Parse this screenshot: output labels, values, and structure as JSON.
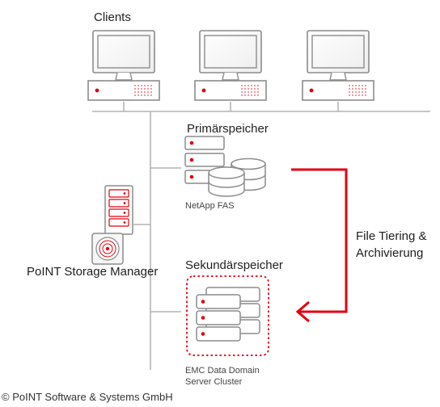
{
  "labels": {
    "clients": "Clients",
    "primary_storage": "Primärspeicher",
    "primary_system": "NetApp FAS",
    "secondary_storage": "Sekundärspeicher",
    "secondary_system_line1": "EMC Data Domain",
    "secondary_system_line2": "Server Cluster",
    "manager": "PoINT Storage Manager",
    "tiering_line1": "File Tiering &",
    "tiering_line2": "Archivierung",
    "copyright": "© PoINT Software & Systems GmbH"
  },
  "colors": {
    "accent_red": "#e3000f",
    "line_gray": "#b4b4b4",
    "device_gray": "#8c8c8c"
  },
  "icons": {
    "clients": "desktop-computer-icon",
    "primary": "server-with-disks-icon",
    "secondary": "storage-cluster-icon",
    "manager": "server-with-disk-icon"
  }
}
